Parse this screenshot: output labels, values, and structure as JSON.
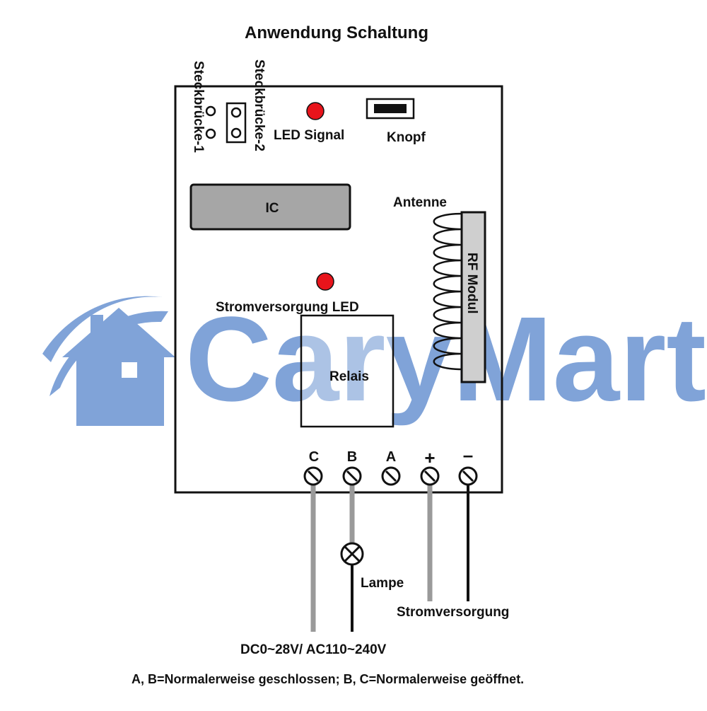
{
  "title": "Anwendung Schaltung",
  "watermark": {
    "text": "CaryMart",
    "color": "#7a9fd6"
  },
  "board": {
    "jumper1_label": "Steckbrücke-1",
    "jumper2_label": "Steckbrücke-2",
    "led_signal_label": "LED Signal",
    "button_label": "Knopf",
    "ic_label": "IC",
    "antenna_label": "Antenne",
    "rf_module_label": "RF Modul",
    "power_led_label": "Stromversorgung LED",
    "relay_label": "Relais"
  },
  "terminals": [
    "C",
    "B",
    "A",
    "+",
    "–"
  ],
  "wiring": {
    "lamp_label": "Lampe",
    "power_supply_label": "Stromversorgung",
    "voltage_label": "DC0~28V/ AC110~240V"
  },
  "footnote": "A, B=Normalerweise geschlossen; B, C=Normalerweise geöffnet.",
  "colors": {
    "led": "#e8141b",
    "ic": "#a6a6a6",
    "wire_gray": "#9a9a9a",
    "wire_black": "#111111"
  }
}
